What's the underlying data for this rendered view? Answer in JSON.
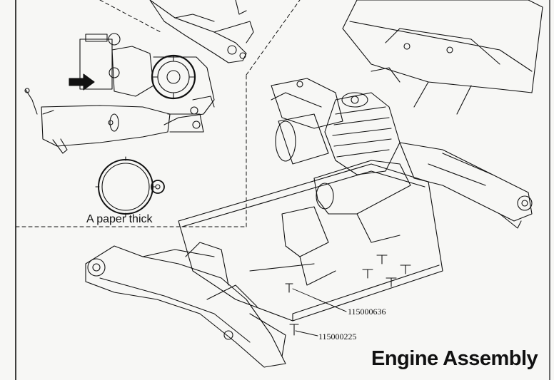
{
  "page": {
    "title": "Engine Assembly"
  },
  "detail": {
    "note": "A paper thick"
  },
  "parts": [
    {
      "number": "115000636"
    },
    {
      "number": "115000225"
    }
  ],
  "colors": {
    "ink": "#111111",
    "paper": "#f7f7f5"
  }
}
